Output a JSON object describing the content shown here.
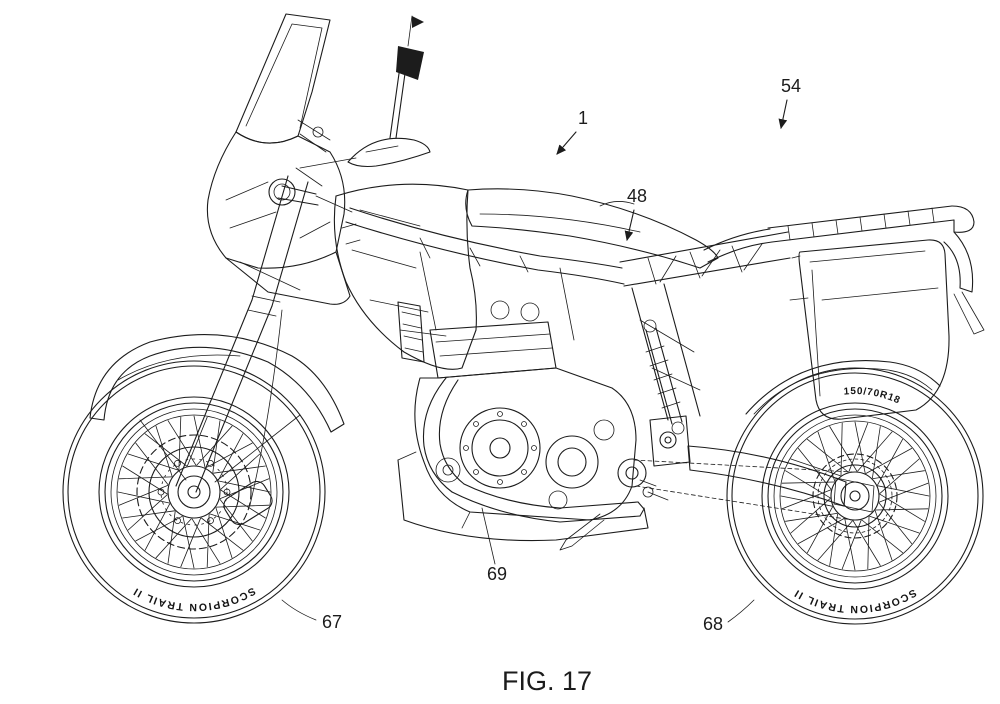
{
  "figure": {
    "caption": "FIG. 17",
    "refs": {
      "motorcycle": "1",
      "frame": "48",
      "rack": "54",
      "front_wheel": "67",
      "rear_wheel": "68",
      "engine": "69"
    },
    "tires": {
      "front_brand": "SCORPION TRAIL II",
      "rear_brand": "SCORPION TRAIL II",
      "rear_size": "150/70R18"
    },
    "colors": {
      "ink": "#1c1c1c",
      "paper": "#ffffff"
    }
  }
}
